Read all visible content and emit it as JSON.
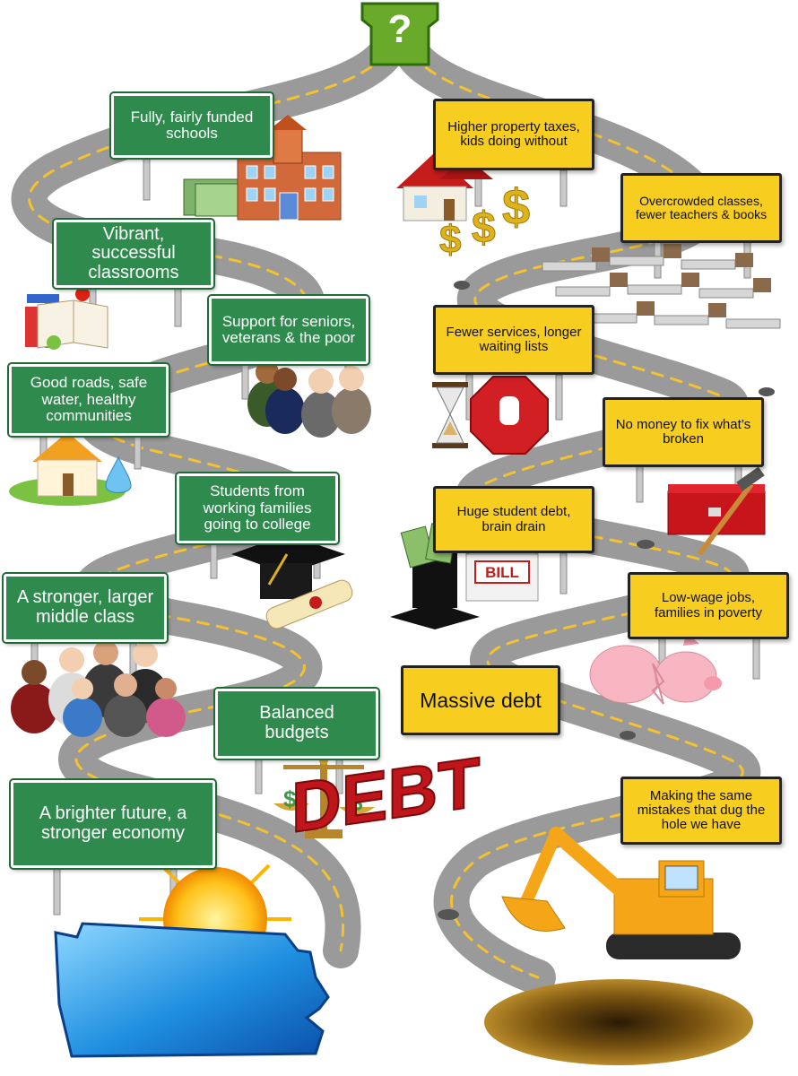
{
  "top_symbol": "?",
  "colors": {
    "green_sign": "#2f8a4e",
    "yellow_sign": "#f7cd1f",
    "road": "#9a9a9a",
    "road_center_line": "#f2c230",
    "debt_letters": "#c0161b"
  },
  "left_path": [
    {
      "label": "Fully, fairly funded schools",
      "illustration": "school-building-and-money-icon"
    },
    {
      "label": "Vibrant, successful classrooms",
      "illustration": "books-and-apple-icon"
    },
    {
      "label": "Support for seniors, veterans & the poor",
      "illustration": "people-group-icon"
    },
    {
      "label": "Good roads, safe water, healthy communities",
      "illustration": "house-and-water-drop-icon"
    },
    {
      "label": "Students from working families going to college",
      "illustration": "graduation-cap-and-diploma-icon"
    },
    {
      "label": "A stronger, larger middle class",
      "illustration": "crowd-icon"
    },
    {
      "label": "Balanced budgets",
      "illustration": "balance-scale-icon"
    },
    {
      "label": "A brighter future, a stronger economy",
      "illustration": "sun-over-pennsylvania-icon"
    }
  ],
  "right_path": [
    {
      "label": "Higher property taxes, kids doing without",
      "illustration": "house-and-dollar-signs-icon"
    },
    {
      "label": "Overcrowded classes, fewer teachers & books",
      "illustration": "empty-desks-icon"
    },
    {
      "label": "Fewer services, longer waiting lists",
      "illustration": "hourglass-and-stop-sign-icon"
    },
    {
      "label": "No money to fix what’s broken",
      "illustration": "toolbox-and-hammer-icon"
    },
    {
      "label": "Huge student debt, brain drain",
      "illustration": "cap-with-money-and-bill-icon"
    },
    {
      "label": "Low-wage jobs, families in poverty",
      "illustration": "broken-piggy-bank-icon"
    },
    {
      "label": "Massive debt",
      "illustration": "debt-letters-icon",
      "debt_word": "DEBT"
    },
    {
      "label": "Making the same mistakes that dug the hole we have",
      "illustration": "excavator-and-hole-icon"
    }
  ],
  "bill_label": "BILL"
}
